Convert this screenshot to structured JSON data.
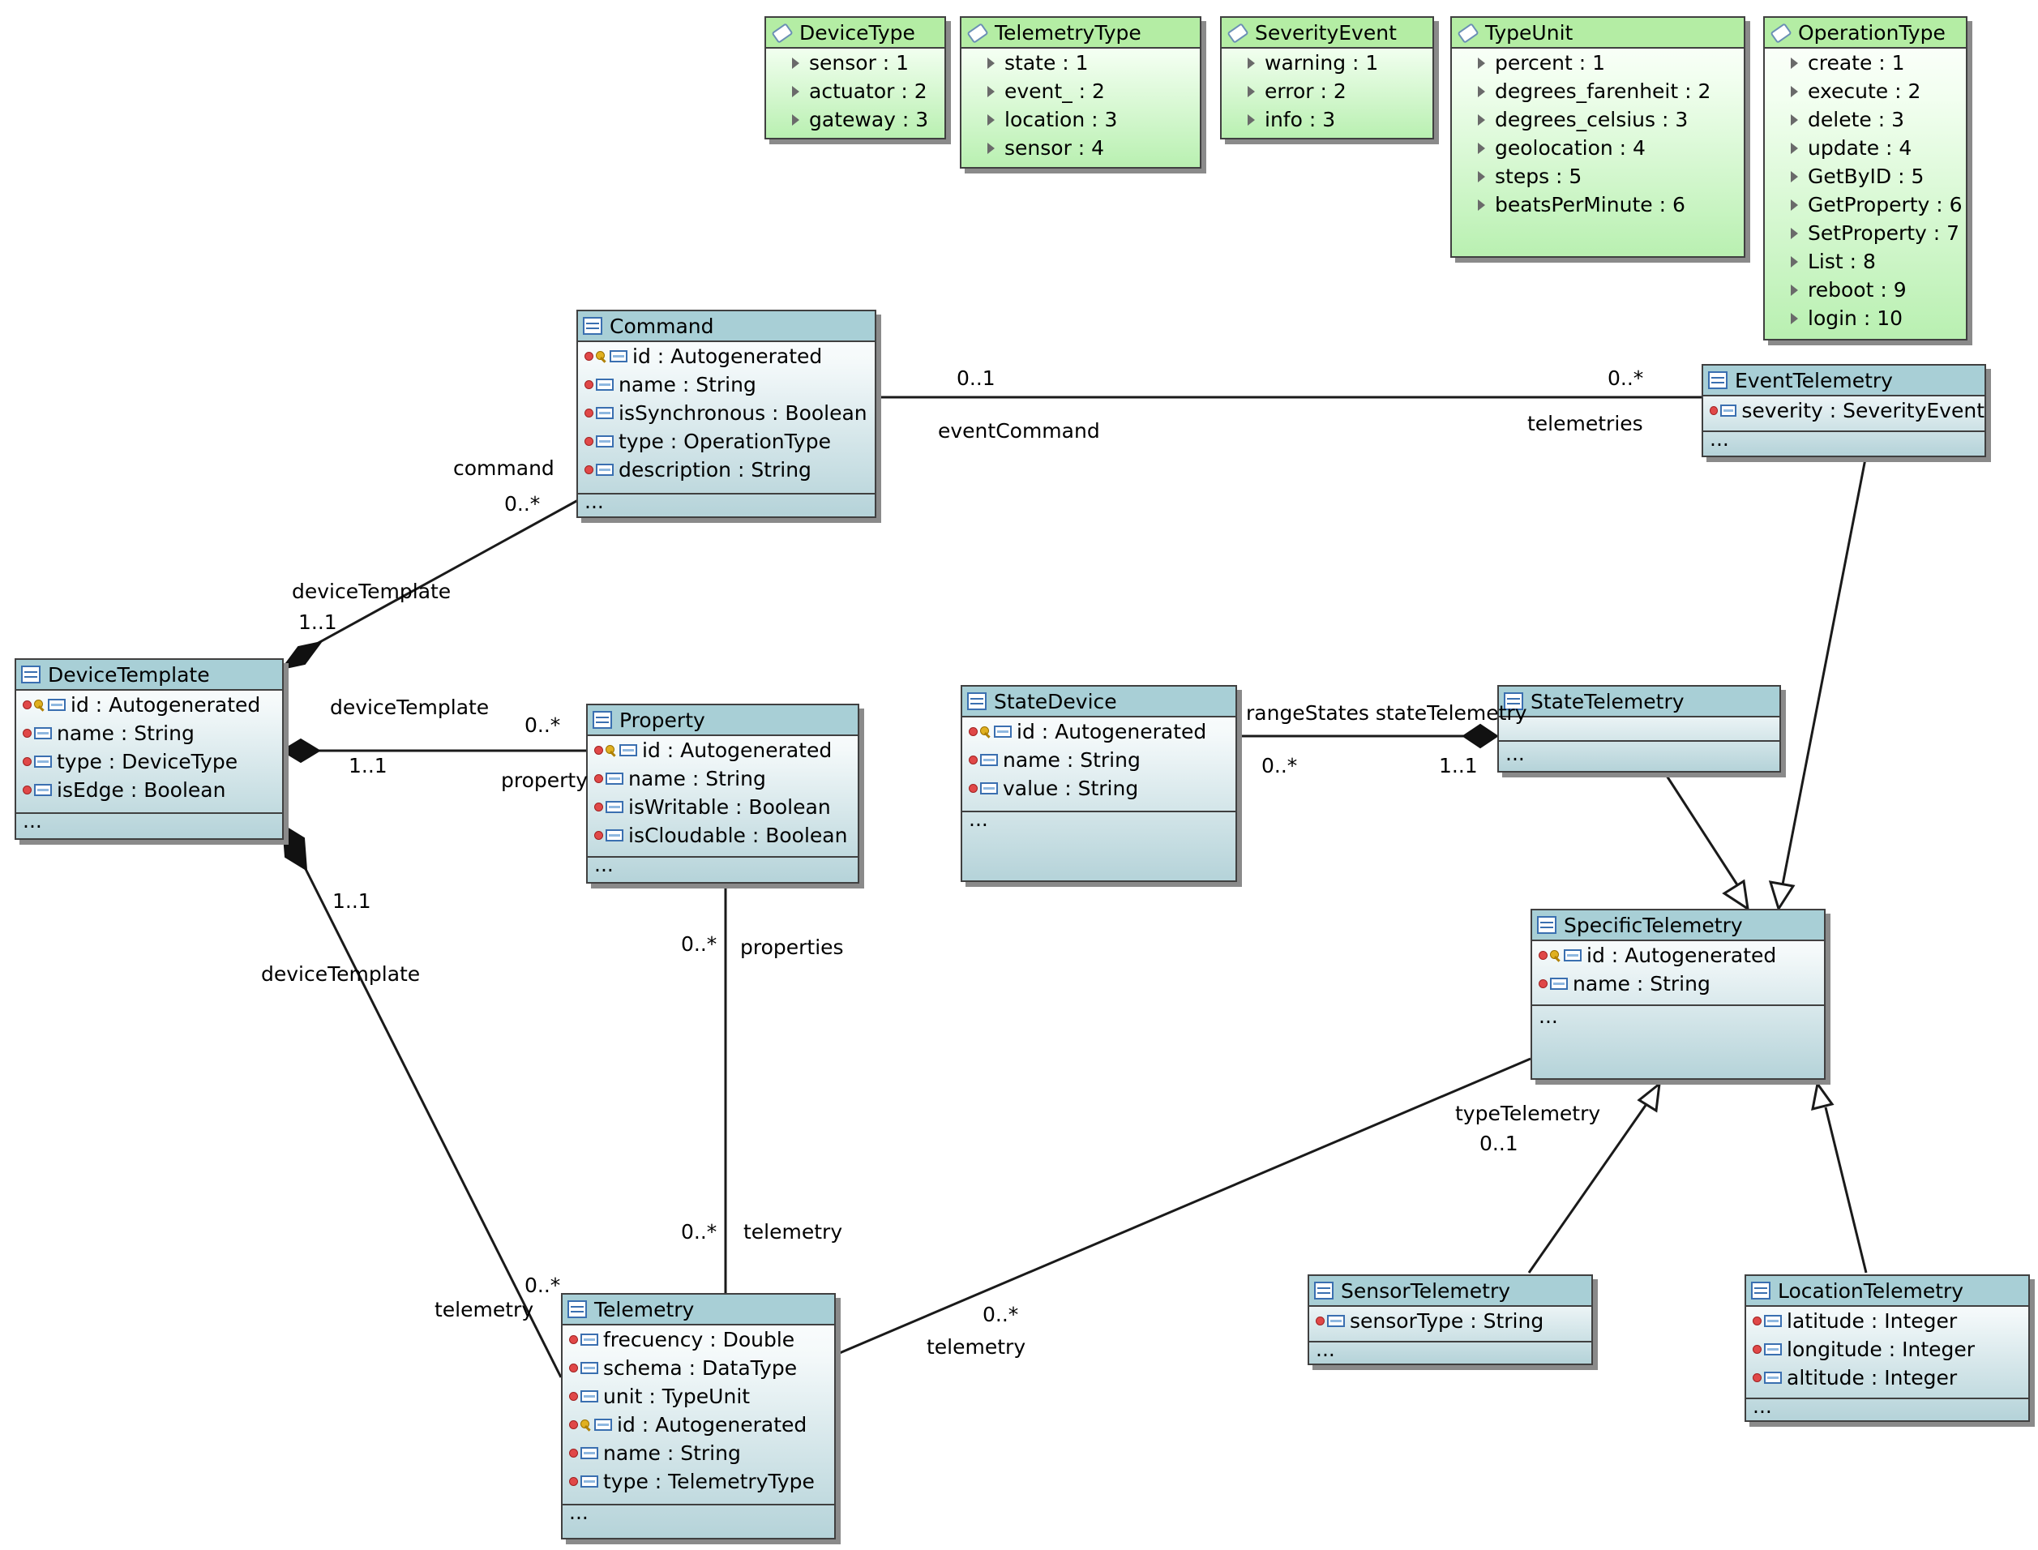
{
  "enums": {
    "DeviceType": {
      "name": "DeviceType",
      "literals": [
        "sensor : 1",
        "actuator : 2",
        "gateway : 3"
      ]
    },
    "TelemetryType": {
      "name": "TelemetryType",
      "literals": [
        "state : 1",
        "event_ : 2",
        "location : 3",
        "sensor : 4"
      ]
    },
    "SeverityEvent": {
      "name": "SeverityEvent",
      "literals": [
        "warning : 1",
        "error : 2",
        "info : 3"
      ]
    },
    "TypeUnit": {
      "name": "TypeUnit",
      "literals": [
        "percent : 1",
        "degrees_farenheit : 2",
        "degrees_celsius : 3",
        "geolocation : 4",
        "steps : 5",
        "beatsPerMinute : 6"
      ]
    },
    "OperationType": {
      "name": "OperationType",
      "literals": [
        "create : 1",
        "execute : 2",
        "delete : 3",
        "update : 4",
        "GetByID : 5",
        "GetProperty : 6",
        "SetProperty : 7",
        "List : 8",
        "reboot : 9",
        "login : 10"
      ]
    }
  },
  "classes": {
    "Command": {
      "name": "Command",
      "attrs": [
        "id : Autogenerated",
        "name : String",
        "isSynchronous : Boolean",
        "type : OperationType",
        "description : String"
      ],
      "ops": "..."
    },
    "EventTelemetry": {
      "name": "EventTelemetry",
      "attrs": [
        "severity : SeverityEvent"
      ],
      "ops": "..."
    },
    "DeviceTemplate": {
      "name": "DeviceTemplate",
      "attrs": [
        "id : Autogenerated",
        "name : String",
        "type : DeviceType",
        "isEdge : Boolean"
      ],
      "ops": "..."
    },
    "Property": {
      "name": "Property",
      "attrs": [
        "id : Autogenerated",
        "name : String",
        "isWritable : Boolean",
        "isCloudable : Boolean"
      ],
      "ops": "..."
    },
    "StateDevice": {
      "name": "StateDevice",
      "attrs": [
        "id : Autogenerated",
        "name : String",
        "value : String"
      ],
      "ops": "..."
    },
    "StateTelemetry": {
      "name": "StateTelemetry",
      "attrs": [],
      "ops": "..."
    },
    "SpecificTelemetry": {
      "name": "SpecificTelemetry",
      "attrs": [
        "id : Autogenerated",
        "name : String"
      ],
      "ops": "..."
    },
    "SensorTelemetry": {
      "name": "SensorTelemetry",
      "attrs": [
        "sensorType : String"
      ],
      "ops": "..."
    },
    "LocationTelemetry": {
      "name": "LocationTelemetry",
      "attrs": [
        "latitude : Integer",
        "longitude : Integer",
        "altitude : Integer"
      ],
      "ops": "..."
    },
    "Telemetry": {
      "name": "Telemetry",
      "attrs": [
        "frecuency : Double",
        "schema : DataType",
        "unit : TypeUnit",
        "id : Autogenerated",
        "name : String",
        "type : TelemetryType"
      ],
      "ops": "..."
    }
  },
  "labels": {
    "cmd_evt_mult_src": "0..1",
    "cmd_evt_mult_dst": "0..*",
    "cmd_evt_role_src": "eventCommand",
    "cmd_evt_role_dst": "telemetries",
    "dt_cmd_role_cmd": "command",
    "dt_cmd_mult_cmd": "0..*",
    "dt_cmd_role_dt": "deviceTemplate",
    "dt_cmd_mult_dt": "1..1",
    "dt_prop_role_dt": "deviceTemplate",
    "dt_prop_mult_prop": "0..*",
    "dt_prop_mult_dt": "1..1",
    "dt_prop_role_prop": "property",
    "sd_st_roles": "rangeStates  stateTelemetry",
    "sd_st_mult_sd": "0..*",
    "sd_st_mult_st": "1..1",
    "dt_tel_mult_dt": "1..1",
    "dt_tel_role_dt": "deviceTemplate",
    "dt_tel_mult_tel": "0..*",
    "dt_tel_role_tel": "telemetry",
    "prop_tel_mult_prop": "0..*",
    "prop_tel_role_prop": "properties",
    "prop_tel_mult_tel": "0..*",
    "prop_tel_role_tel": "telemetry",
    "tel_spec_role_spec": "typeTelemetry",
    "tel_spec_mult_spec": "0..1",
    "tel_spec_mult_tel": "0..*",
    "tel_spec_role_tel": "telemetry"
  }
}
